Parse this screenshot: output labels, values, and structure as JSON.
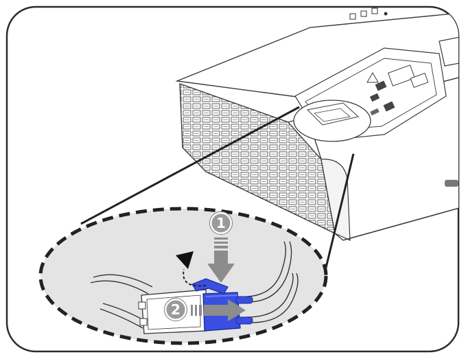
{
  "diagram": {
    "steps": [
      {
        "label": "1",
        "action": "press"
      },
      {
        "label": "2",
        "action": "slide"
      }
    ],
    "colors": {
      "frame": "#2b2b2b",
      "callout_fill": "#e4e4e4",
      "callout_border": "#222222",
      "projector_body": "#ffffff",
      "projector_line": "#3a3a3a",
      "connector_blue": "#3a4fe0",
      "connector_blue_dark": "#2233b0",
      "arrow_gray": "#8c8c8c",
      "badge_gray": "#9a9a9a"
    },
    "icons": [
      "press-down-arrow",
      "slide-right-arrow",
      "rotate-arrow"
    ]
  }
}
